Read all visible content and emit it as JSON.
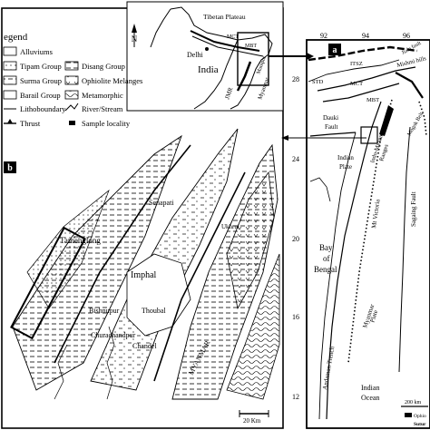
{
  "inset": {
    "labels": {
      "tibetan_plateau": "Tibetan Plateau",
      "delhi": "Delhi",
      "india": "India",
      "mct": "MCT",
      "mbt": "MBT",
      "jmr": "JMR",
      "myanmar": "Myanmar",
      "manipur": "Manipur",
      "north": "N"
    }
  },
  "legend": {
    "title": "egend",
    "left_items": [
      {
        "label": "Alluviums",
        "pattern": "blank"
      },
      {
        "label": "Tipam Group",
        "pattern": "dots"
      },
      {
        "label": "Surma Group",
        "pattern": "dash"
      },
      {
        "label": "Barail Group",
        "pattern": "blank"
      },
      {
        "label": "Lithoboundary",
        "pattern": "line"
      },
      {
        "label": "Thrust",
        "pattern": "thrust"
      }
    ],
    "right_items": [
      {
        "label": "Disang Group",
        "pattern": "dash"
      },
      {
        "label": "Ophiolite Melanges",
        "pattern": "vy"
      },
      {
        "label": "Metamorphic",
        "pattern": "wave"
      },
      {
        "label": "River/Stream",
        "pattern": "river"
      },
      {
        "label": "Sample locality",
        "pattern": "sample"
      }
    ]
  },
  "panel_b": {
    "panel_letter": "b",
    "places": {
      "senapati": "Senapati",
      "ukhrul": "Ukhrul",
      "tamenglong": "Tamenglong",
      "imphal": "Imphal",
      "bishnupur": "Bishnupur",
      "thoubal": "Thoubal",
      "churachandpur": "Churachandpur",
      "chandel": "Chandel",
      "myanmar": "MYANMAR"
    },
    "scale": "20 Km"
  },
  "panel_a": {
    "panel_letter": "a",
    "lon_ticks": [
      "92",
      "94",
      "96"
    ],
    "lat_ticks": [
      "28",
      "24",
      "20",
      "16",
      "12"
    ],
    "labels": {
      "itsz": "ITSZ",
      "std": "STD",
      "mct": "MCT",
      "mbt": "MBT",
      "mishmi": "Mishmi hills",
      "jiale": "Jiale fault",
      "dauki": "Dauki",
      "fault": "Fault",
      "indian_plate": "Indian",
      "plate_word": "Plate",
      "indo_myanmar": "Indo-Myanmar",
      "ranges": "Ranges",
      "mogok": "Mogok Belt",
      "sagaing": "Sagaing Fault",
      "mt_victoria": "Mt Victoria",
      "bay_of": "Bay",
      "of": "of",
      "bengal": "Bengal",
      "myanmar_plate": "Myanmar",
      "myanmar_plate2": "Plate",
      "andaman": "Andaman Trench",
      "indian_ocean1": "Indian",
      "indian_ocean2": "Ocean",
      "scale": "200 km",
      "ophio": "Ophio",
      "sutur": "Sutur"
    }
  }
}
